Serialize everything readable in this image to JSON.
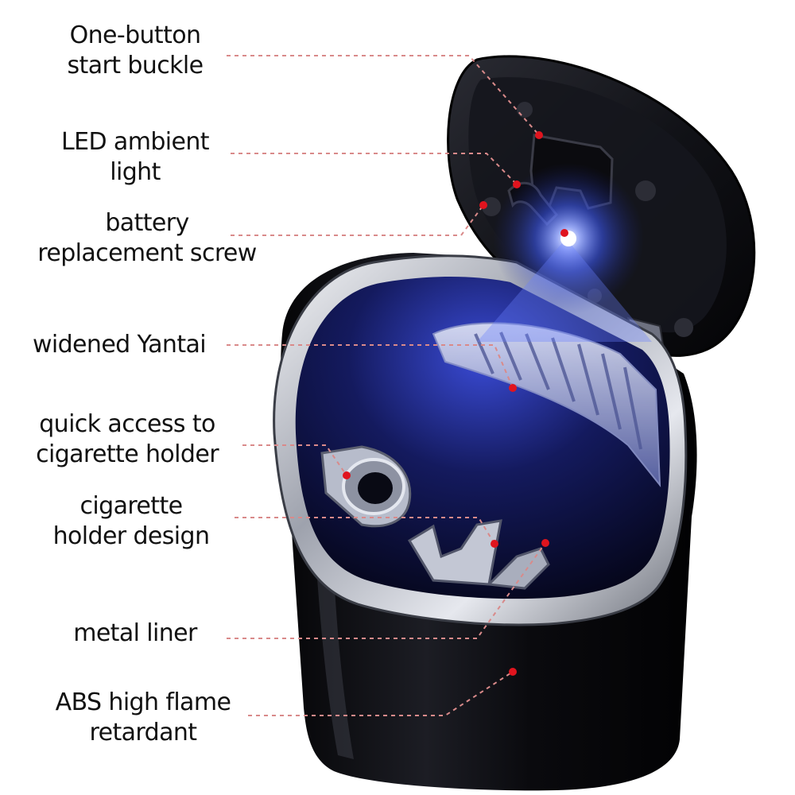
{
  "callouts": [
    {
      "id": "one-button-start-buckle",
      "lines": [
        "One-button",
        "start buckle"
      ]
    },
    {
      "id": "led-ambient-light",
      "lines": [
        "LED ambient",
        "light"
      ]
    },
    {
      "id": "battery-replacement-screw",
      "lines": [
        "battery",
        "replacement screw"
      ]
    },
    {
      "id": "widened-yantai",
      "lines": [
        "widened Yantai"
      ]
    },
    {
      "id": "quick-access-cigarette-holder",
      "lines": [
        "quick access to",
        "cigarette holder"
      ]
    },
    {
      "id": "cigarette-holder-design",
      "lines": [
        "cigarette",
        "holder design"
      ]
    },
    {
      "id": "metal-liner",
      "lines": [
        "metal liner"
      ]
    },
    {
      "id": "abs-high-flame-retardant",
      "lines": [
        "ABS high flame",
        "retardant"
      ]
    }
  ],
  "colors": {
    "background": "#ffffff",
    "label_text": "#111111",
    "leader_line": "#d98a8a",
    "marker_dot": "#e0141e",
    "body_black": "#0b0b10",
    "metal_liner": "#c9ccd4",
    "led_glow": "#3f5cff"
  }
}
